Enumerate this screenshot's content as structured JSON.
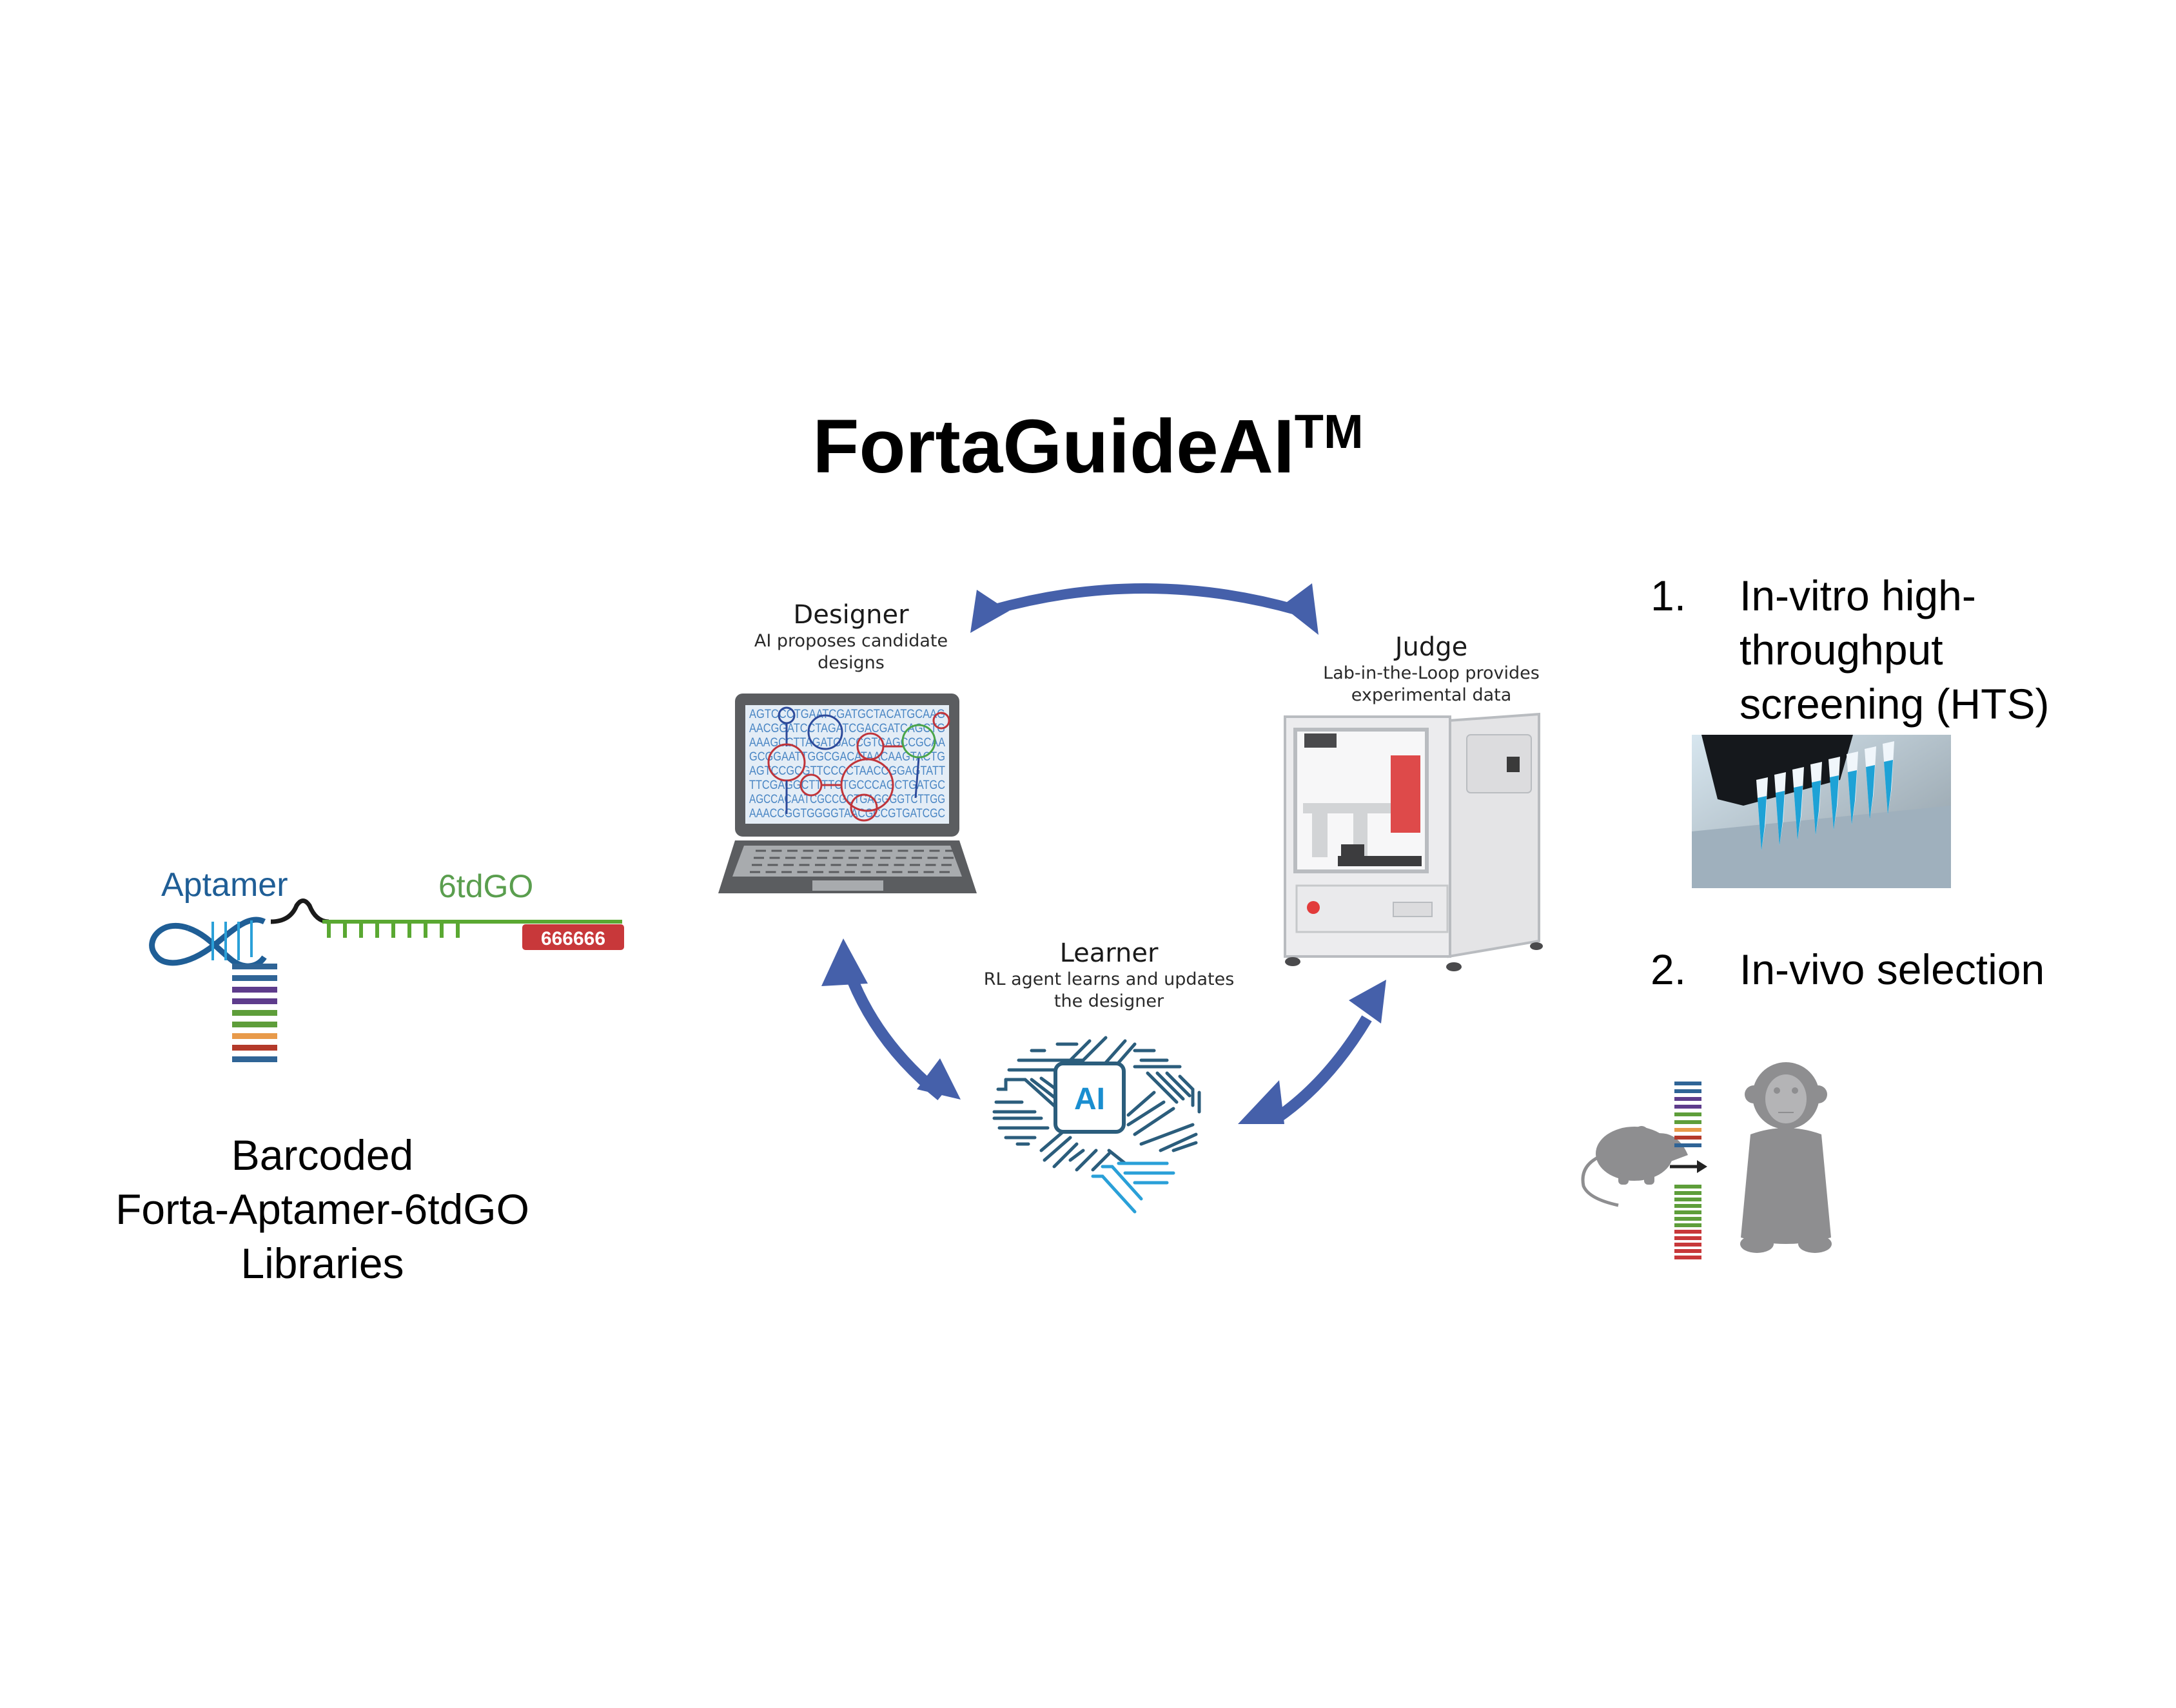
{
  "title": {
    "text": "FortaGuideAI",
    "trademark": "TM"
  },
  "loop": {
    "arrow_color": "#4560AA",
    "designer": {
      "title": "Designer",
      "subtitle_line1": "AI proposes candidate",
      "subtitle_line2": "designs",
      "screen_sequences": [
        "AGTCCCTGAATCGATGCTACATGCAAG",
        "AACGGATCCTAGATCGACGATCAGCTG",
        "AAAGCCTTAGATGACCGTCAGCCGCAA",
        "GCGGAATTGGCGACATAACAAGTACTG",
        "AGTCCGCGTTCCCCTAACCGGAGTATT",
        "TTCGAGGCTTTTCTGCCCAGCTGATGC",
        "AGCCACAATCGCCGCTGAGGGGTCTTGG",
        "AAACCGGTGGGGTAACGCCGTGATCGC"
      ]
    },
    "judge": {
      "title": "Judge",
      "subtitle_line1": "Lab-in-the-Loop provides",
      "subtitle_line2": "experimental data"
    },
    "learner": {
      "title": "Learner",
      "subtitle_line1": "RL agent learns and updates",
      "subtitle_line2": "the designer",
      "chip_label": "AI"
    }
  },
  "library": {
    "aptamer_label": "Aptamer",
    "aptamer_color": "#1F5E96",
    "linker_symbol": "^",
    "payload_label": "6tdGO",
    "payload_color": "#5A9E4E",
    "badge_text": "666666",
    "badge_color": "#C8383A",
    "barcode_colors": [
      "#2F6496",
      "#2F6496",
      "#5E3C8C",
      "#5E3C8C",
      "#5E9E3A",
      "#5E9E3A",
      "#E89A4A",
      "#B43A2A",
      "#2F6496"
    ],
    "caption_line1": "Barcoded",
    "caption_line2": "Forta-Aptamer-6tdGO",
    "caption_line3": "Libraries"
  },
  "screening": {
    "items": [
      {
        "number": "1.",
        "line1": "In-vitro high-",
        "line2": "throughput",
        "line3": "screening (HTS)"
      },
      {
        "number": "2.",
        "line1": "In-vivo selection"
      }
    ],
    "invivo_barcode_top": [
      "#2F6496",
      "#2F6496",
      "#5E3C8C",
      "#5E3C8C",
      "#5E9E3A",
      "#5E9E3A",
      "#E89A4A",
      "#B43A2A",
      "#2F6496"
    ],
    "invivo_barcode_bottom": [
      "#5E9E3A",
      "#5E9E3A",
      "#5E9E3A",
      "#5E9E3A",
      "#5E9E3A",
      "#5E9E3A",
      "#5E9E3A",
      "#C8383A",
      "#C8383A",
      "#C8383A",
      "#C8383A",
      "#C8383A"
    ]
  }
}
